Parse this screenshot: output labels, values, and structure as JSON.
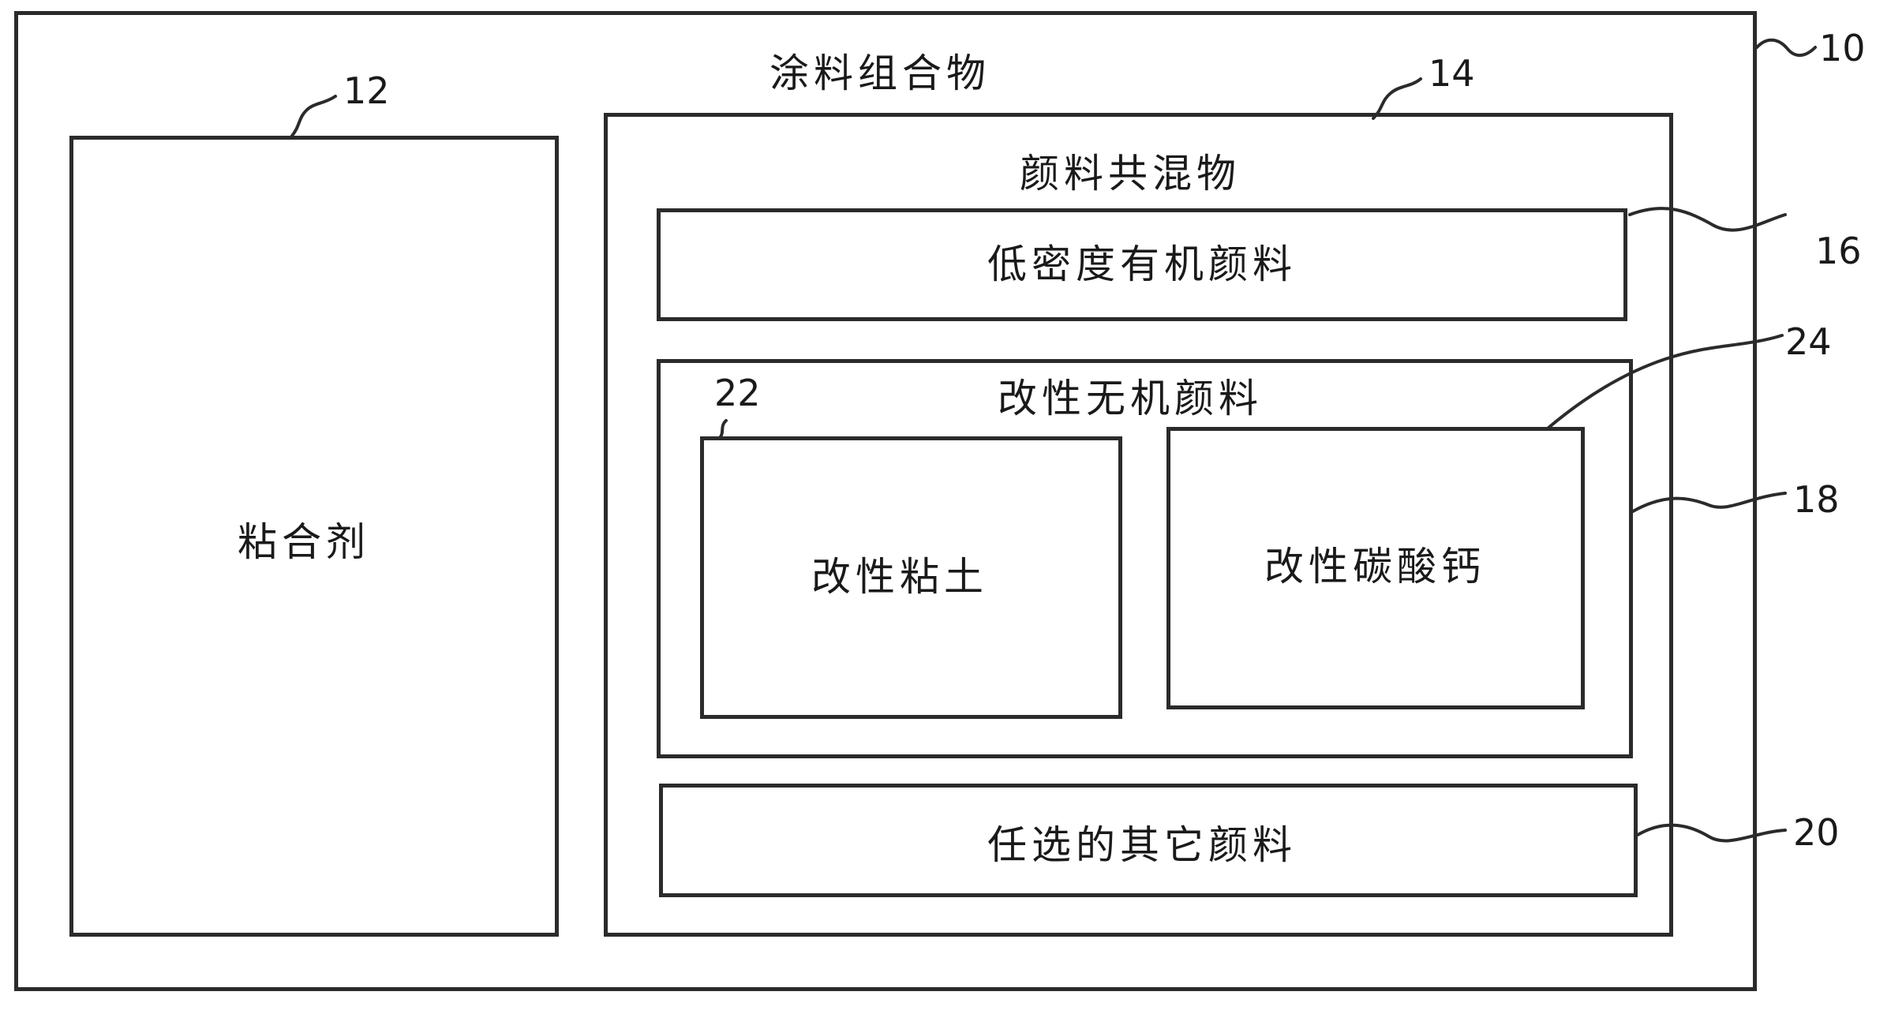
{
  "diagram": {
    "coating_composition": {
      "title": "涂料组合物",
      "ref": "10"
    },
    "binder": {
      "title": "粘合剂",
      "ref": "12"
    },
    "pigment_blend": {
      "title": "颜料共混物",
      "ref": "14"
    },
    "low_density_organic_pigment": {
      "title": "低密度有机颜料",
      "ref": "16"
    },
    "modified_inorganic_pigment": {
      "title": "改性无机颜料",
      "ref": "18"
    },
    "optional_other_pigment": {
      "title": "任选的其它颜料",
      "ref": "20"
    },
    "modified_clay": {
      "title": "改性粘土",
      "ref": "22"
    },
    "modified_calcium_carbonate": {
      "title": "改性碳酸钙",
      "ref": "24"
    }
  }
}
